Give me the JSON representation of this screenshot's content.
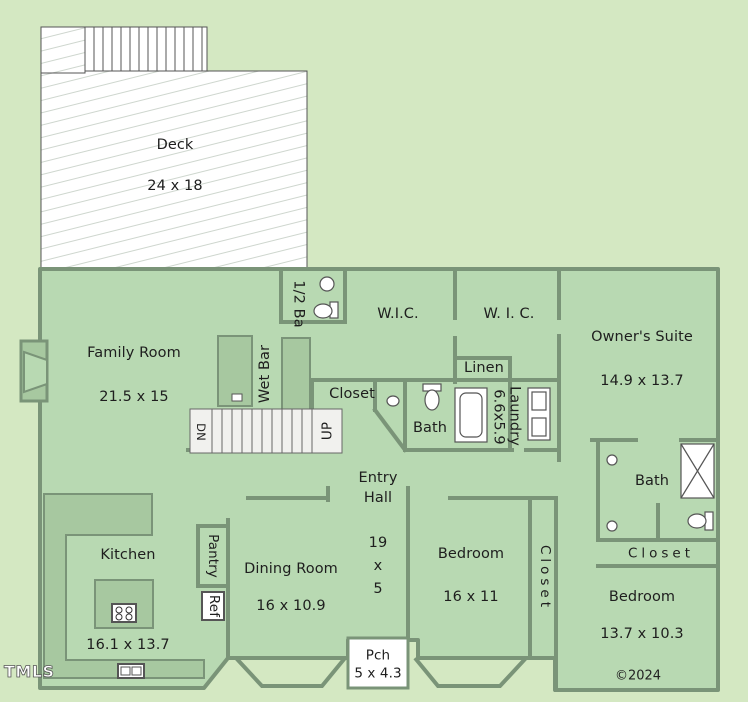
{
  "rooms": {
    "deck": {
      "name": "Deck",
      "size": "24 x 18"
    },
    "family_room": {
      "name": "Family Room",
      "size": "21.5 x 15"
    },
    "half_bath": {
      "name": "1/2 Ba"
    },
    "wet_bar": {
      "name": "Wet Bar"
    },
    "wic_left": {
      "name": "W.I.C."
    },
    "wic_right": {
      "name": "W. I. C."
    },
    "owners_suite": {
      "name": "Owner's Suite",
      "size": "14.9 x 13.7"
    },
    "closet_hall": {
      "name": "Closet"
    },
    "linen": {
      "name": "Linen"
    },
    "laundry": {
      "name": "Laundry",
      "size": "6.6x5.9"
    },
    "bath_hall": {
      "name": "Bath"
    },
    "bath_owner": {
      "name": "Bath"
    },
    "entry_hall": {
      "name_line1": "Entry",
      "name_line2": "Hall",
      "size_a": "19",
      "size_x": "x",
      "size_b": "5"
    },
    "kitchen": {
      "name": "Kitchen",
      "size": "16.1 x 13.7"
    },
    "pantry": {
      "name": "Pantry"
    },
    "ref": {
      "name": "Ref"
    },
    "dining_room": {
      "name": "Dining Room",
      "size": "16 x 10.9"
    },
    "bedroom_mid": {
      "name": "Bedroom",
      "size": "16 x 11"
    },
    "closet_vertical": {
      "name": "Closet"
    },
    "closet_owner": {
      "name": "Closet"
    },
    "bedroom_right": {
      "name": "Bedroom",
      "size": "13.7 x 10.3"
    },
    "porch": {
      "name": "Pch",
      "size": "5 x 4.3"
    }
  },
  "stairs": {
    "down": "DN",
    "up": "UP"
  },
  "watermark": "TMLS",
  "copyright": "©2024",
  "colors": {
    "background": "#d4e8c2",
    "room_fill": "#b8d9b2",
    "wall": "#7a9478",
    "deck": "#ffffff",
    "deck_lines": "#c4cfc4",
    "stair": "#f1f1ee",
    "counter": "#a7c8a0"
  }
}
